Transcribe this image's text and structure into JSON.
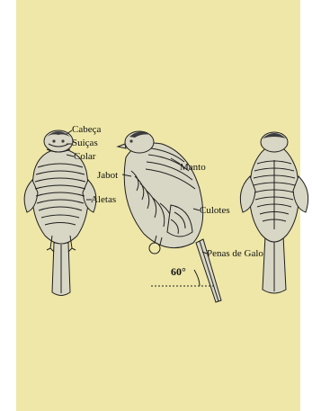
{
  "labels": {
    "cabeca": "Cabeça",
    "suicas": "Suiças",
    "colar": "Colar",
    "jabot": "Jabot",
    "aletas": "Aletas",
    "manto": "Manto",
    "culotes": "Culotes",
    "penas_de_galo": "Penas de Galo",
    "angle": "60°"
  },
  "colors": {
    "background": "#eee7a8",
    "ink": "#1f1f1f",
    "plumage": "#d8d6c4"
  }
}
